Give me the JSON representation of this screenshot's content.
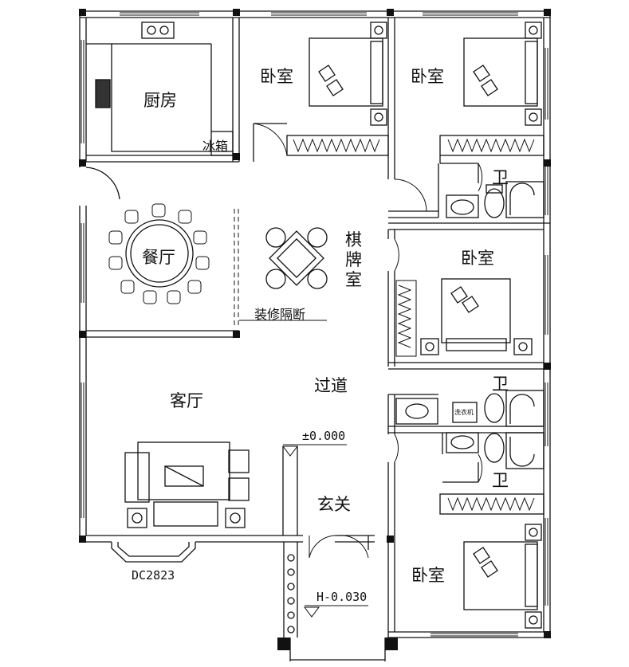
{
  "rooms": {
    "kitchen": "厨房",
    "fridge": "冰箱",
    "bedroom_1": "卧室",
    "bedroom_2": "卧室",
    "bath_1": "卫",
    "dining": "餐厅",
    "chess_room": "棋牌室",
    "bedroom_3": "卧室",
    "partition": "装修隔断",
    "corridor": "过道",
    "living": "客厅",
    "bath_2": "卫",
    "bath_3": "卫",
    "entrance": "玄关",
    "bedroom_4": "卧室"
  },
  "annotations": {
    "elevation_floor": "±0.000",
    "elevation_step": "H-0.030",
    "plan_code": "DC2823",
    "washer_tag": "洗衣机"
  }
}
